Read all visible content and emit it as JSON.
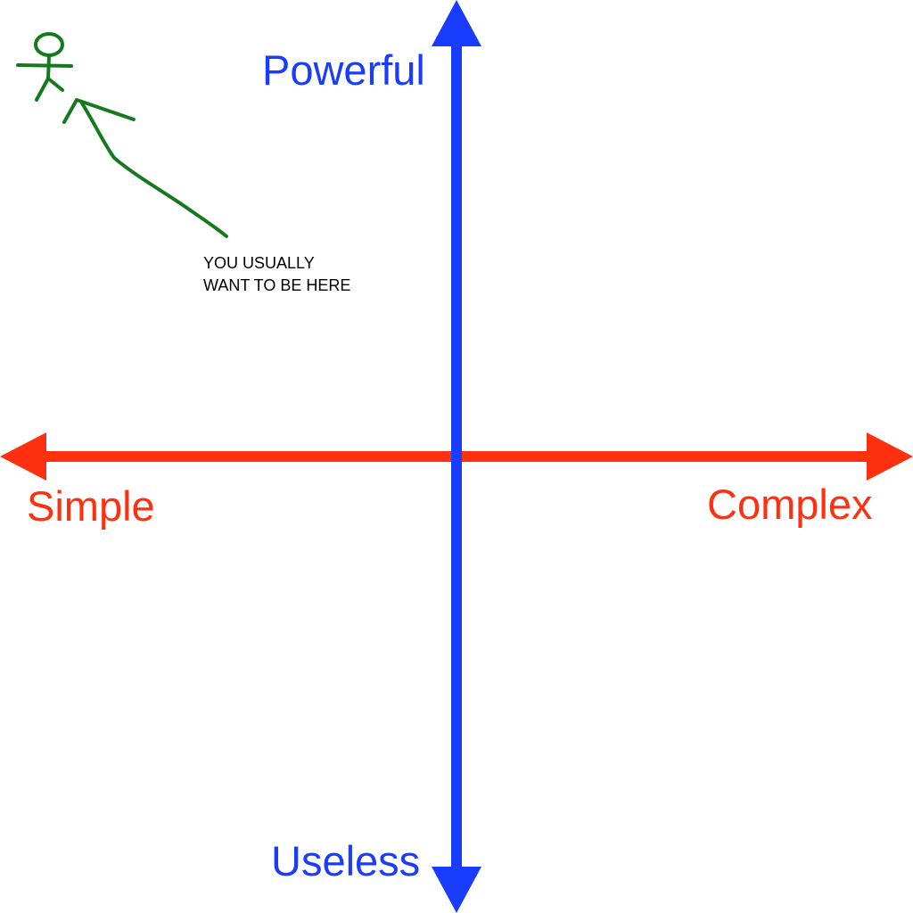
{
  "diagram": {
    "axes": {
      "vertical": {
        "top_label": "Powerful",
        "bottom_label": "Useless",
        "color": "#1a3cff"
      },
      "horizontal": {
        "left_label": "Simple",
        "right_label": "Complex",
        "color": "#ff3010"
      }
    },
    "annotation": {
      "lines": [
        "YOU USUALLY",
        "WANT TO BE HERE"
      ],
      "color": "#000000"
    },
    "drawing": {
      "figure": "stick-figure",
      "pointer": "hand-drawn-arrow",
      "color": "#157a1e"
    }
  }
}
